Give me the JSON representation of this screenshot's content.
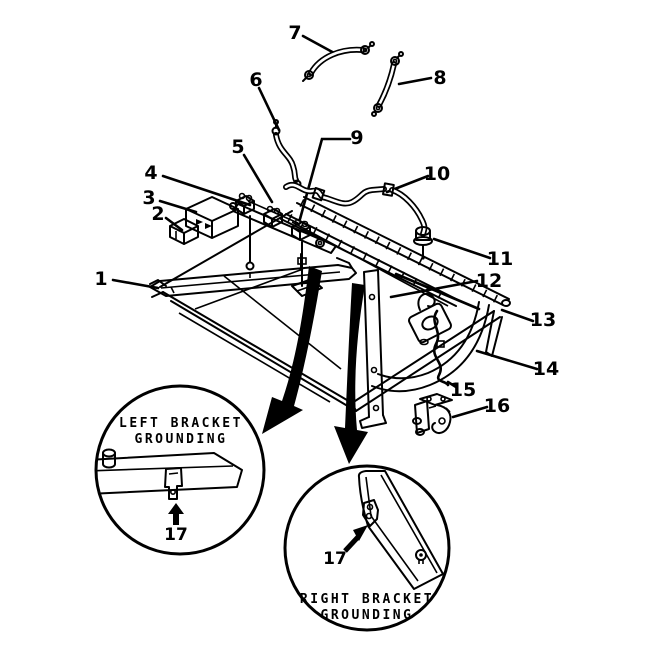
{
  "figure": {
    "background": "#ffffff",
    "ink": "#000000",
    "description": "Exploded black-and-white service-manual parts diagram of a frame assembly with tubes, brackets and two grounding detail circles"
  },
  "callouts": {
    "c1": "1",
    "c2": "2",
    "c3": "3",
    "c4": "4",
    "c5": "5",
    "c6": "6",
    "c7": "7",
    "c8": "8",
    "c9": "9",
    "c10": "10",
    "c11": "11",
    "c12": "12",
    "c13": "13",
    "c14": "14",
    "c15": "15",
    "c16": "16"
  },
  "details": {
    "left": {
      "title1": "LEFT BRACKET",
      "title2": "GROUNDING",
      "callout": "17"
    },
    "right": {
      "title1": "RIGHT BRACKET",
      "title2": "GROUNDING",
      "callout": "17"
    }
  }
}
